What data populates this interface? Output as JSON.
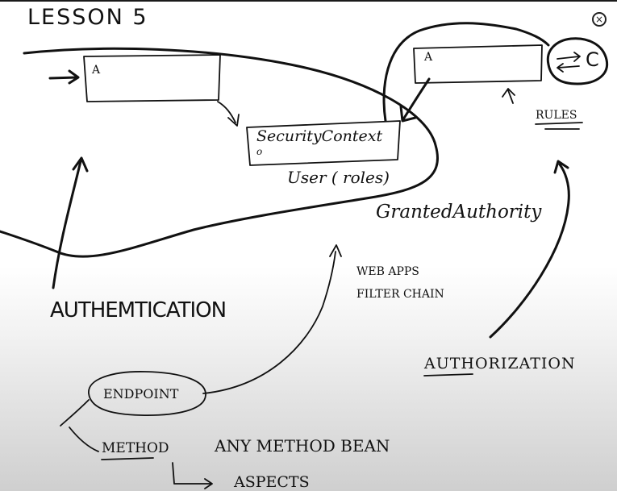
{
  "lesson_title": "LESSON 5",
  "close_icon": "close-icon",
  "box_a_left_label": "A",
  "box_a_right_label": "A",
  "security_context_label": "SecurityContext",
  "security_context_sub": "o",
  "user_roles_label": "User ( roles)",
  "granted_authority_label": "GrantedAuthority",
  "c_label": "C",
  "roles_label": "RULES",
  "web_apps_label": "WEB APPS",
  "filter_chain_label": "FILTER CHAIN",
  "authentication_label": "AUTHEMTICATION",
  "authorization_label": "AUTHORIZATION",
  "endpoint_label": "ENDPOINT",
  "method_label": "METHOD",
  "any_method_bean_label": "ANY METHOD BEAN",
  "aspects_label": "ASPECTS"
}
